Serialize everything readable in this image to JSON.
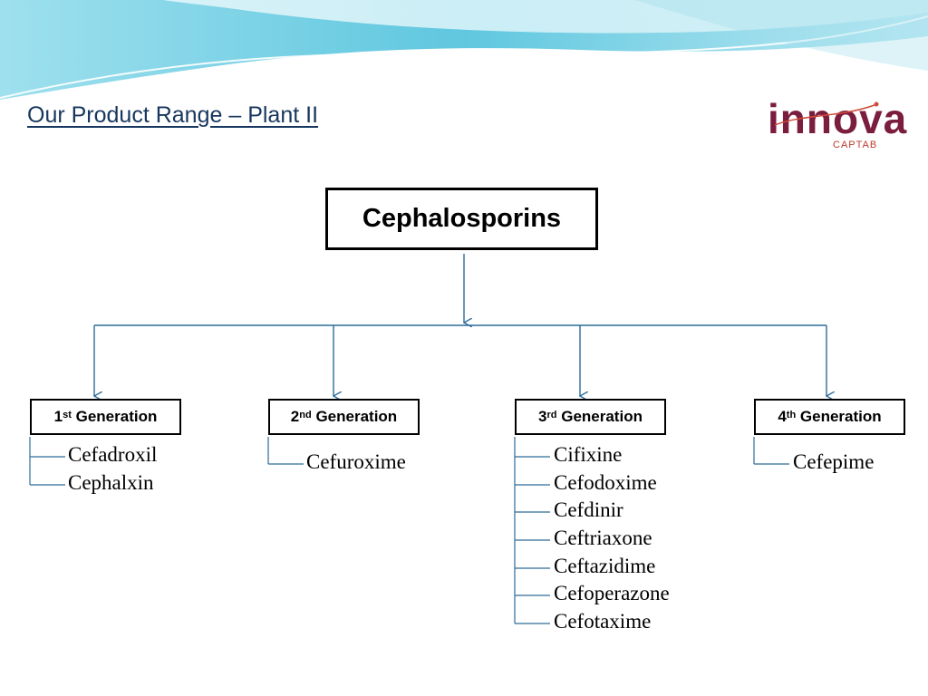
{
  "slide": {
    "title": "Our Product Range – Plant II"
  },
  "logo": {
    "text": "innova",
    "subtext": "CAPTAB"
  },
  "diagram": {
    "root": "Cephalosporins",
    "generations": [
      {
        "num": "1",
        "sup": "st",
        "suffix": " Generation",
        "drugs": [
          "Cefadroxil",
          "Cephalxin"
        ]
      },
      {
        "num": "2",
        "sup": "nd",
        "suffix": " Generation",
        "drugs": [
          "Cefuroxime"
        ]
      },
      {
        "num": "3",
        "sup": "rd",
        "suffix": " Generation",
        "drugs": [
          "Cifixine",
          "Cefodoxime",
          "Cefdinir",
          "Ceftriaxone",
          "Ceftazidime",
          "Cefoperazone",
          "Cefotaxime"
        ]
      },
      {
        "num": "4",
        "sup": "th",
        "suffix": " Generation",
        "drugs": [
          "Cefepime"
        ]
      }
    ]
  },
  "colors": {
    "title": "#17375E",
    "connector": "#2E6C99",
    "logo": "#7A1D3F",
    "header_wave_light": "#BDEAF3",
    "header_wave_dark": "#5CC4DC"
  }
}
